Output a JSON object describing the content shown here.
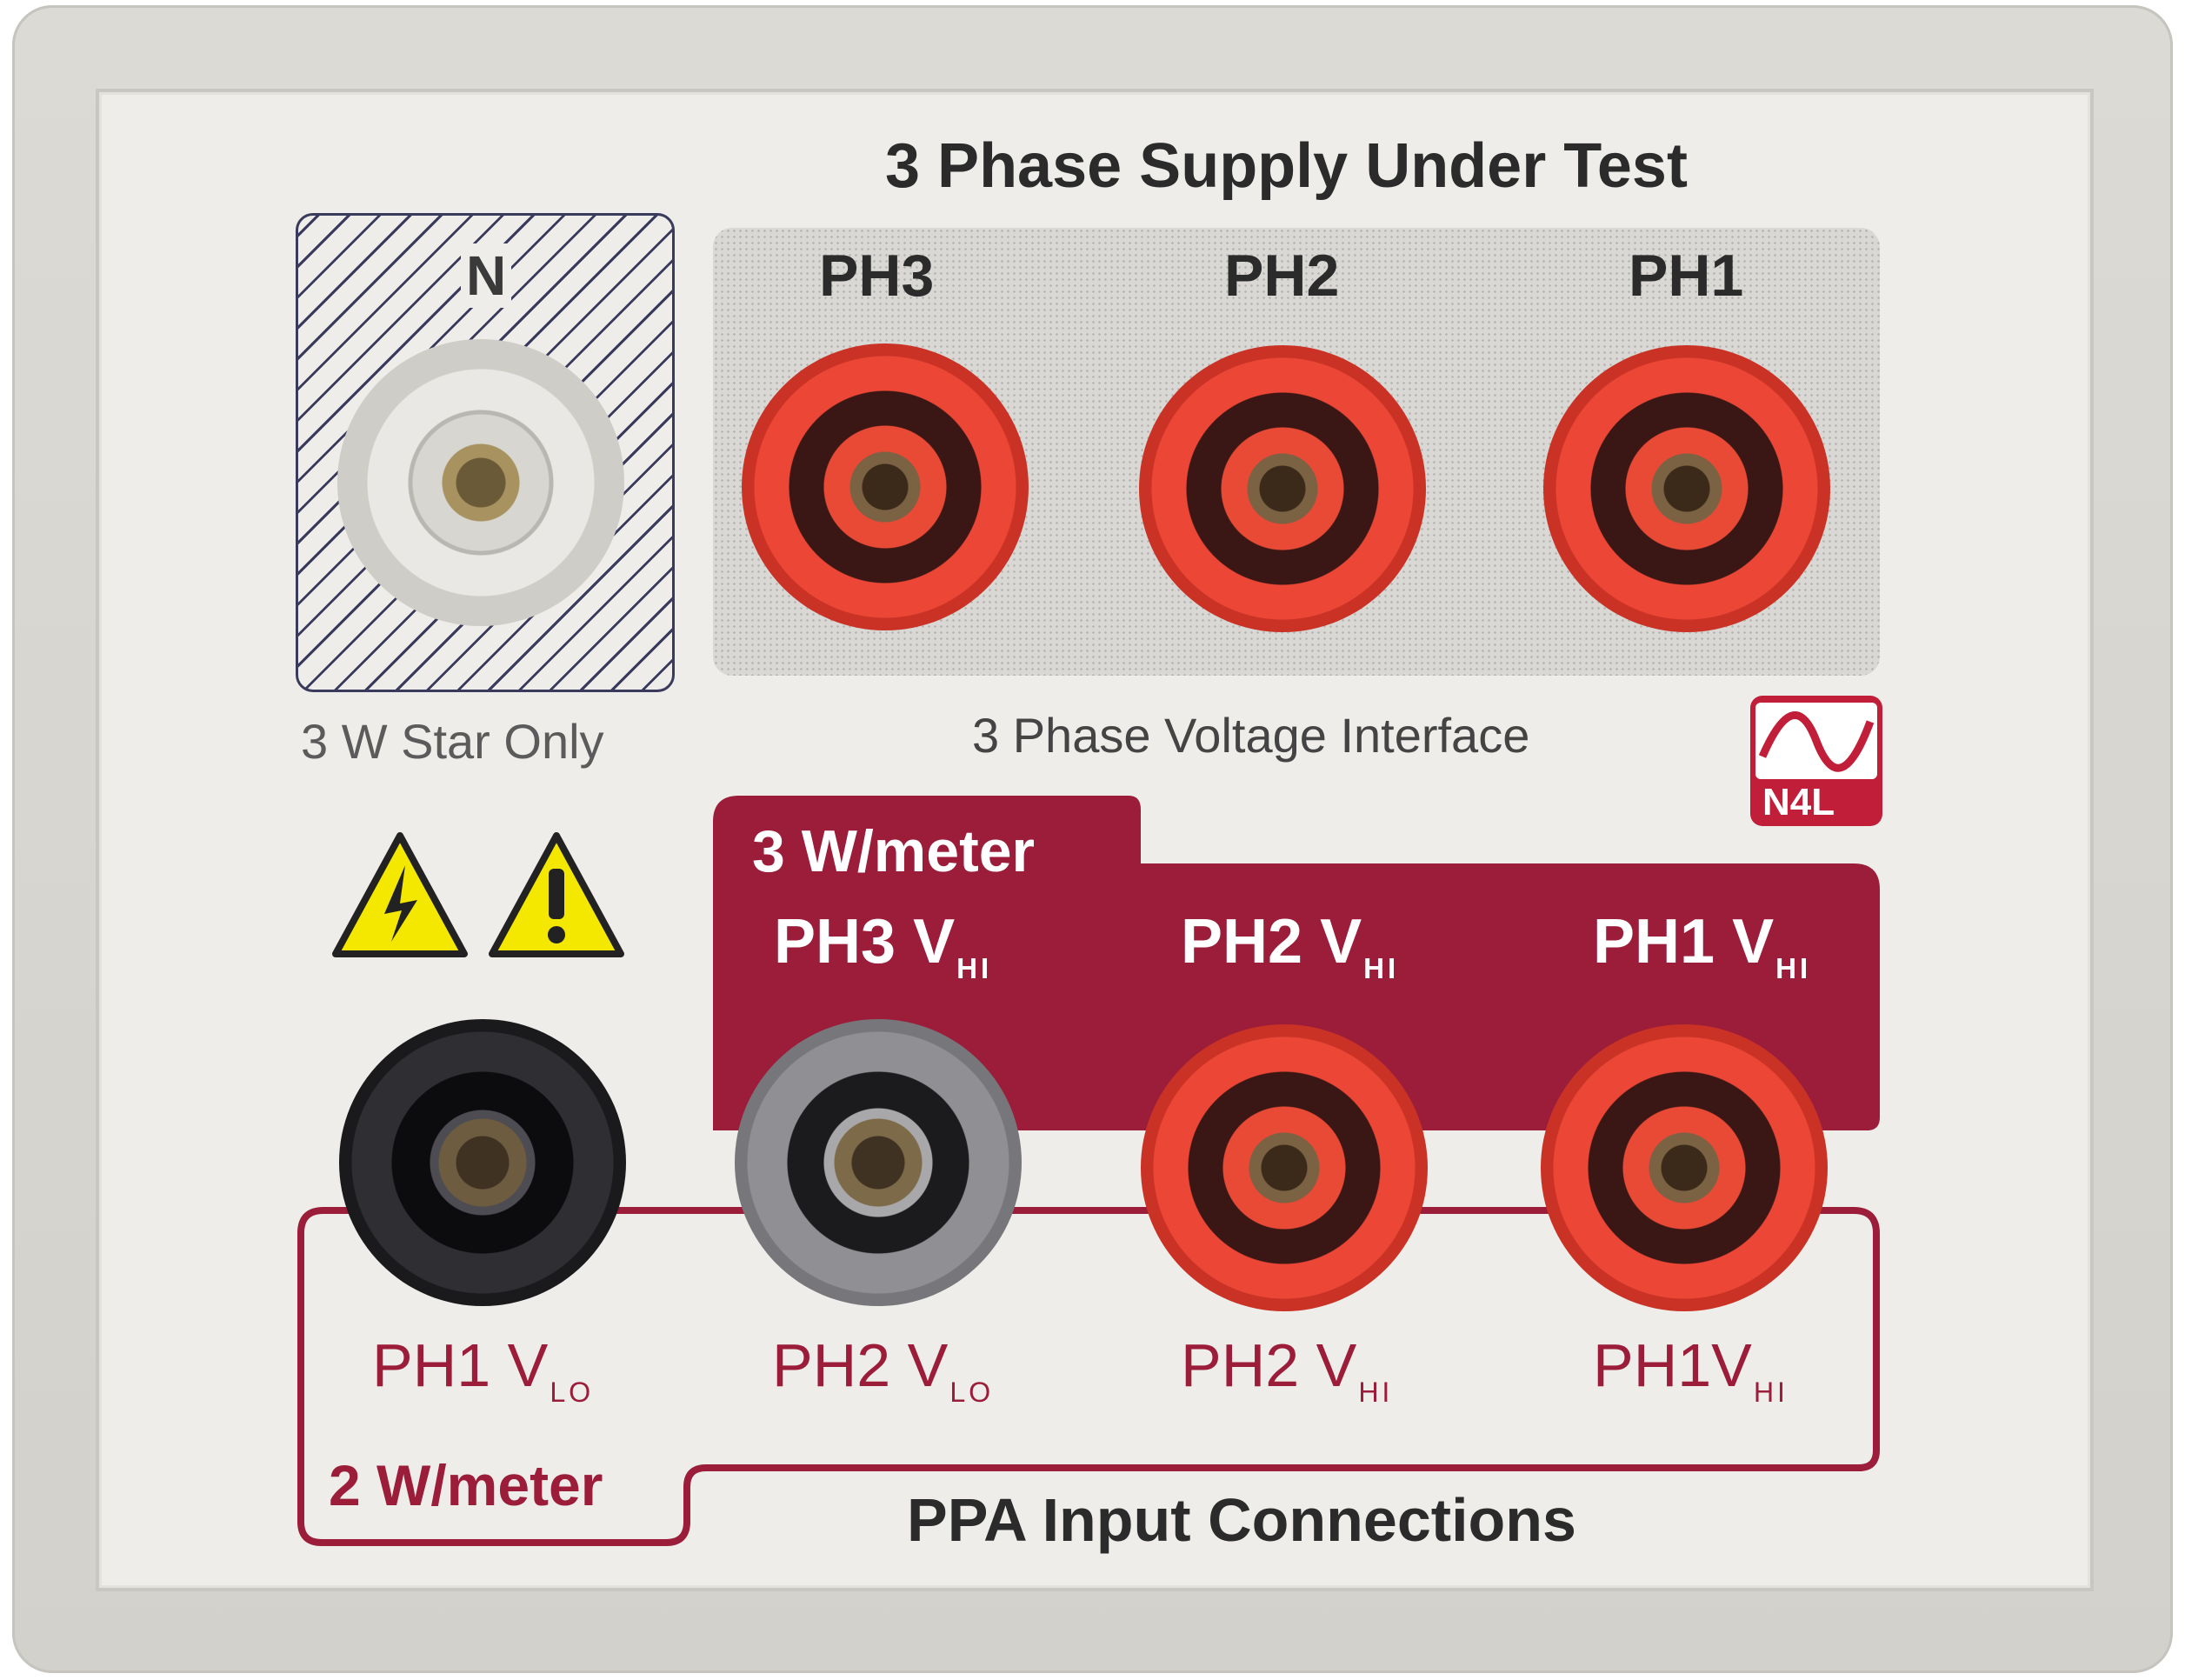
{
  "title": "3 Phase Supply Under Test",
  "neutral": {
    "label": "N",
    "caption": "3 W Star Only"
  },
  "phases": [
    {
      "label": "PH3",
      "icon": "red-socket-icon"
    },
    {
      "label": "PH2",
      "icon": "red-socket-icon"
    },
    {
      "label": "PH1",
      "icon": "red-socket-icon"
    }
  ],
  "voltage_interface_label": "3 Phase Voltage Interface",
  "logo_text": "N4L",
  "warnings": [
    {
      "icon": "electric-shock-warning-icon"
    },
    {
      "icon": "caution-exclamation-icon"
    }
  ],
  "three_w": {
    "title": "3 W/meter",
    "labels": [
      {
        "main": "PH3 V",
        "sub": "HI"
      },
      {
        "main": "PH2 V",
        "sub": "HI"
      },
      {
        "main": "PH1 V",
        "sub": "HI"
      }
    ]
  },
  "two_w": {
    "title": "2 W/meter",
    "labels": [
      {
        "main": "PH1 V",
        "sub": "LO"
      },
      {
        "main": "PH2 V",
        "sub": "LO"
      },
      {
        "main": "PH2 V",
        "sub": "HI"
      },
      {
        "main": "PH1V",
        "sub": "HI"
      }
    ]
  },
  "inputs_title": "PPA Input Connections",
  "colors": {
    "maroon": "#9b1d3a",
    "socket_red": "#e03a2c",
    "socket_black": "#2a2a2e",
    "socket_grey": "#8f8f93",
    "socket_white": "#e7e6e2",
    "warning_yellow": "#f4e800"
  }
}
